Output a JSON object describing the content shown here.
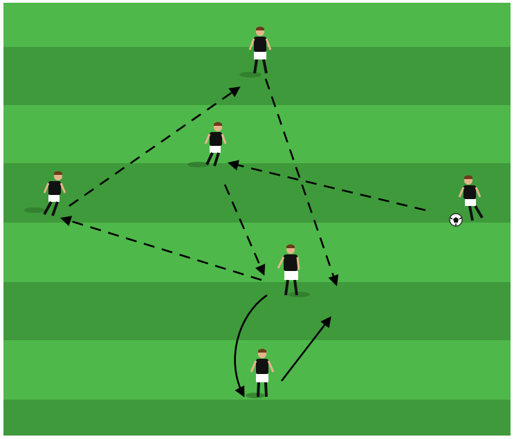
{
  "diagram": {
    "pitch": {
      "stripe_light": "#4fb84a",
      "stripe_dark": "#3f9a3b",
      "border": "#ffffff"
    },
    "players": [
      {
        "id": "top",
        "kit_shirt": "#111111",
        "kit_shorts": "#ffffff"
      },
      {
        "id": "upper-middle",
        "kit_shirt": "#111111",
        "kit_shorts": "#ffffff"
      },
      {
        "id": "left",
        "kit_shirt": "#111111",
        "kit_shorts": "#ffffff"
      },
      {
        "id": "right-with-ball",
        "kit_shirt": "#111111",
        "kit_shorts": "#ffffff"
      },
      {
        "id": "center",
        "kit_shirt": "#111111",
        "kit_shorts": "#ffffff"
      },
      {
        "id": "bottom",
        "kit_shirt": "#111111",
        "kit_shorts": "#ffffff"
      }
    ],
    "ball": {
      "color_main": "#ffffff",
      "color_patch": "#111111"
    },
    "arrows": [
      {
        "id": "pass-right-to-upper-middle",
        "style": "dashed"
      },
      {
        "id": "pass-upper-middle-to-center",
        "style": "dashed"
      },
      {
        "id": "pass-center-to-left",
        "style": "dashed"
      },
      {
        "id": "pass-left-to-top",
        "style": "dashed"
      },
      {
        "id": "pass-top-to-space",
        "style": "dashed"
      },
      {
        "id": "run-center-to-bottom",
        "style": "solid-curved"
      },
      {
        "id": "run-bottom-to-space",
        "style": "solid"
      }
    ],
    "arrow_color": "#000000"
  }
}
